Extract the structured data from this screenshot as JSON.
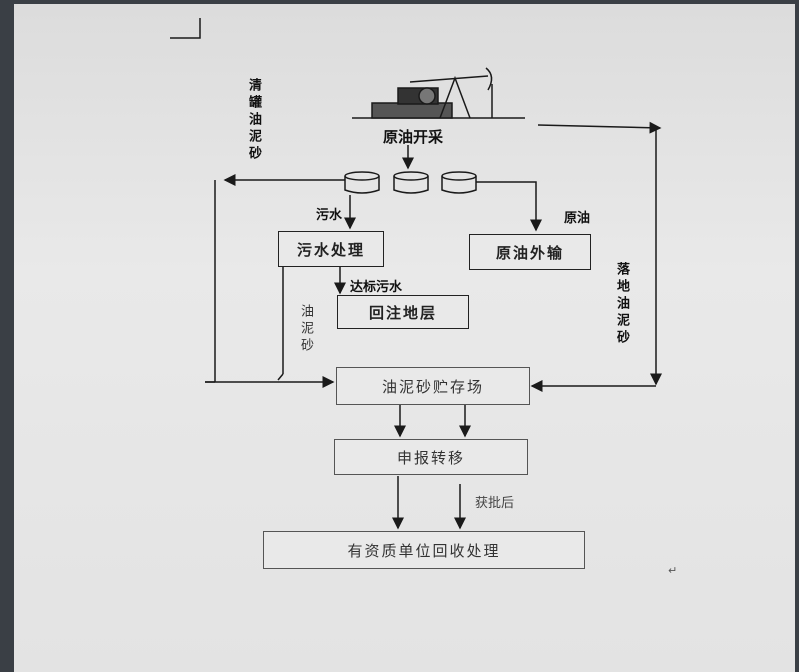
{
  "nodes": {
    "crude_extraction": "原油开采",
    "wastewater_treatment": "污水处理",
    "crude_export": "原油外输",
    "reinjection": "回注地层",
    "storage": "油泥砂贮存场",
    "report_transfer": "申报转移",
    "qualified_recycling": "有资质单位回收处理"
  },
  "edge_labels": {
    "tank_sludge": "清罐油泥砂",
    "wastewater": "污水",
    "crude_oil": "原油",
    "treated_water": "达标污水",
    "oil_sludge": "油泥砂",
    "ground_sludge": "落地油泥砂",
    "after_approval": "获批后"
  },
  "colors": {
    "paper": "#e6e6e6",
    "line": "#1a1a1a"
  }
}
